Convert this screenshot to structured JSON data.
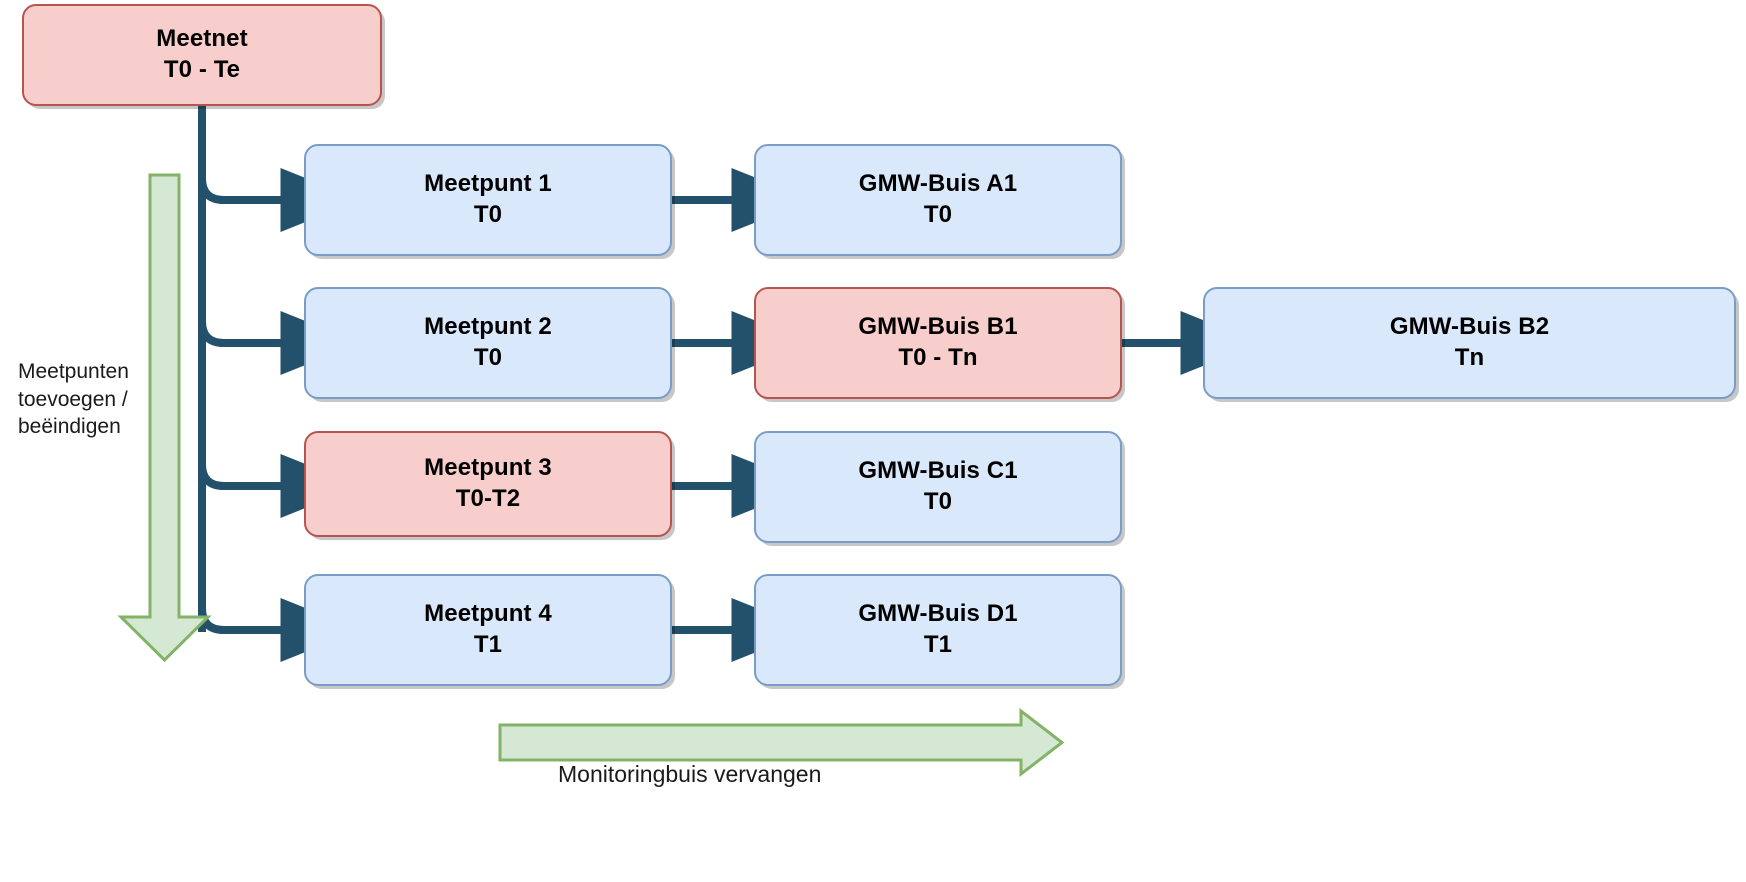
{
  "diagram": {
    "title_text": "",
    "colors": {
      "blue_fill": "#dae8fc",
      "blue_stroke": "#7a9cc6",
      "pink_fill": "#f8cecc",
      "pink_stroke": "#b85450",
      "connector": "#23506b",
      "green_fill": "#d5e8d4",
      "green_stroke": "#82b366",
      "text": "#000000"
    },
    "nodes": {
      "meetnet": {
        "line1": "Meetnet",
        "line2": "T0 - Te",
        "style": "pink"
      },
      "meetpunt1": {
        "line1": "Meetpunt 1",
        "line2": "T0",
        "style": "blue"
      },
      "meetpunt2": {
        "line1": "Meetpunt 2",
        "line2": "T0",
        "style": "blue"
      },
      "meetpunt3": {
        "line1": "Meetpunt 3",
        "line2": "T0-T2",
        "style": "pink"
      },
      "meetpunt4": {
        "line1": "Meetpunt 4",
        "line2": "T1",
        "style": "blue"
      },
      "gmw_a1": {
        "line1": "GMW-Buis A1",
        "line2": "T0",
        "style": "blue"
      },
      "gmw_b1": {
        "line1": "GMW-Buis B1",
        "line2": "T0 - Tn",
        "style": "pink"
      },
      "gmw_b2": {
        "line1": "GMW-Buis B2",
        "line2": "Tn",
        "style": "blue"
      },
      "gmw_c1": {
        "line1": "GMW-Buis C1",
        "line2": "T0",
        "style": "blue"
      },
      "gmw_d1": {
        "line1": "GMW-Buis D1",
        "line2": "T1",
        "style": "blue"
      }
    },
    "annotations": {
      "vertical_arrow_label": "Meetpunten\ntoevoegen /\nbeëindigen",
      "horizontal_arrow_label": "Monitoringbuis vervangen"
    }
  }
}
